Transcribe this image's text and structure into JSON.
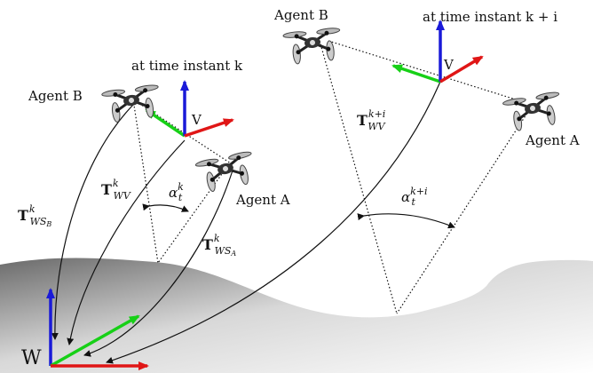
{
  "world": {
    "label": "W",
    "colors": {
      "x": "#e01616",
      "y": "#17d017",
      "z": "#1a1ad8"
    }
  },
  "instant_k": {
    "time_label": "at time instant k",
    "v_label": "V",
    "agent_b": "Agent B",
    "agent_a": "Agent A",
    "t_ws_b": {
      "main": "T",
      "sup": "k",
      "sub": "WS",
      "subsub": "B"
    },
    "t_wv": {
      "main": "T",
      "sup": "k",
      "sub": "WV"
    },
    "t_ws_a": {
      "main": "T",
      "sup": "k",
      "sub": "WS",
      "subsub": "A"
    },
    "alpha": {
      "main": "α",
      "sup": "k",
      "sub": "t"
    }
  },
  "instant_ki": {
    "time_label": "at time instant k + i",
    "v_label": "V",
    "agent_b": "Agent B",
    "agent_a": "Agent A",
    "t_wv": {
      "main": "T",
      "sup": "k+i",
      "sub": "WV"
    },
    "alpha": {
      "main": "α",
      "sup": "k+i",
      "sub": "t"
    }
  }
}
